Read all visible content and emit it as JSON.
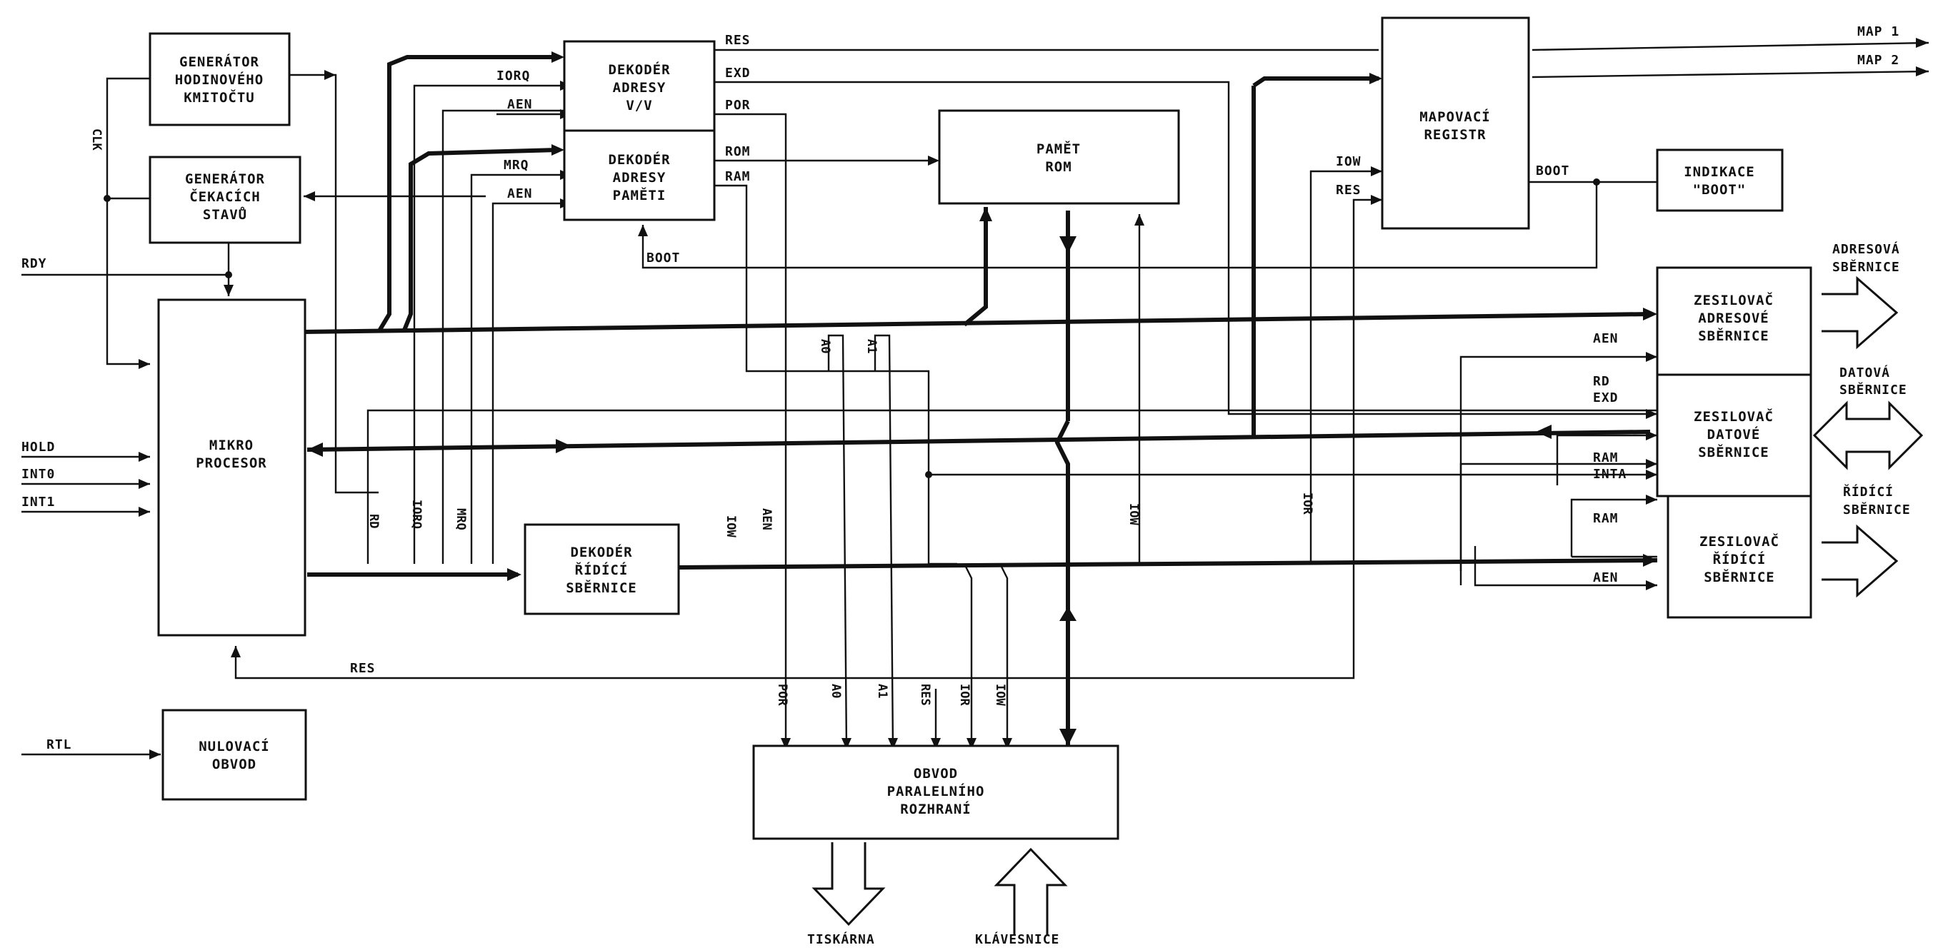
{
  "blocks": {
    "gen_hodin": [
      "GENERÁTOR",
      "HODINOVÉHO",
      "KMITOČTU"
    ],
    "gen_cekacich": [
      "GENERÁTOR",
      "ČEKACÍCH",
      "STAVŮ"
    ],
    "mikroprocesor": [
      "MIKRO",
      "PROCESOR"
    ],
    "nulovaci": [
      "NULOVACÍ",
      "OBVOD"
    ],
    "dek_vv": [
      "DEKODÉR",
      "ADRESY",
      "V/V"
    ],
    "dek_pameti": [
      "DEKODÉR",
      "ADRESY",
      "PAMĚTI"
    ],
    "dek_ridici": [
      "DEKODÉR",
      "ŘÍDÍCÍ",
      "SBĚRNICE"
    ],
    "rom": [
      "PAMĚT",
      "ROM"
    ],
    "mapovaci": [
      "MAPOVACÍ",
      "REGISTR"
    ],
    "indikace": [
      "INDIKACE",
      "\"BOOT\""
    ],
    "zes_adr": [
      "ZESILOVAČ",
      "ADRESOVÉ",
      "SBĚRNICE"
    ],
    "zes_dat": [
      "ZESILOVAČ",
      "DATOVÉ",
      "SBĚRNICE"
    ],
    "zes_rid": [
      "ZESILOVAČ",
      "ŘÍDÍCÍ",
      "SBĚRNICE"
    ],
    "paralelni": [
      "OBVOD",
      "PARALELNÍHO",
      "ROZHRANÍ"
    ]
  },
  "inputs": {
    "rdy": "RDY",
    "hold": "HOLD",
    "int0": "INT0",
    "int1": "INT1",
    "rtl": "RTL",
    "clk": "CLK"
  },
  "outputs": {
    "map1": "MAP 1",
    "map2": "MAP 2",
    "adresova": [
      "ADRESOVÁ",
      "SBĚRNICE"
    ],
    "datova": [
      "DATOVÁ",
      "SBĚRNICE"
    ],
    "ridici": [
      "ŘÍDÍCÍ",
      "SBĚRNICE"
    ],
    "tiskarna": "TISKÁRNA",
    "klavesnice": "KLÁVESNICE"
  },
  "signals": {
    "res_top": "RES",
    "exd_top": "EXD",
    "por_top": "POR",
    "rom_sig": "ROM",
    "ram_sig": "RAM",
    "iorq": "IORQ",
    "aen1": "AEN",
    "mrq": "MRQ",
    "aen2": "AEN",
    "boot_mid": "BOOT",
    "boot_right": "BOOT",
    "iow_map": "IOW",
    "res_map": "RES",
    "aen_adr": "AEN",
    "rd_dat": "RD",
    "exd_dat": "EXD",
    "ram_dat": "RAM",
    "inta_dat": "INTA",
    "ram_rid": "RAM",
    "aen_rid": "AEN",
    "res_bottom": "RES",
    "v_rd": "RD",
    "v_iorq": "IORQ",
    "v_mrq": "MRQ",
    "v_iow_cpu": "IOW",
    "v_aen_cpu": "AEN",
    "v_a0_mid": "A0",
    "v_a1_mid": "A1",
    "v_iow_mid": "IOW",
    "v_ior_right": "IOR",
    "p_por": "POR",
    "p_a0": "A0",
    "p_a1": "A1",
    "p_res": "RES",
    "p_ior": "IOR",
    "p_iow": "IOW"
  }
}
